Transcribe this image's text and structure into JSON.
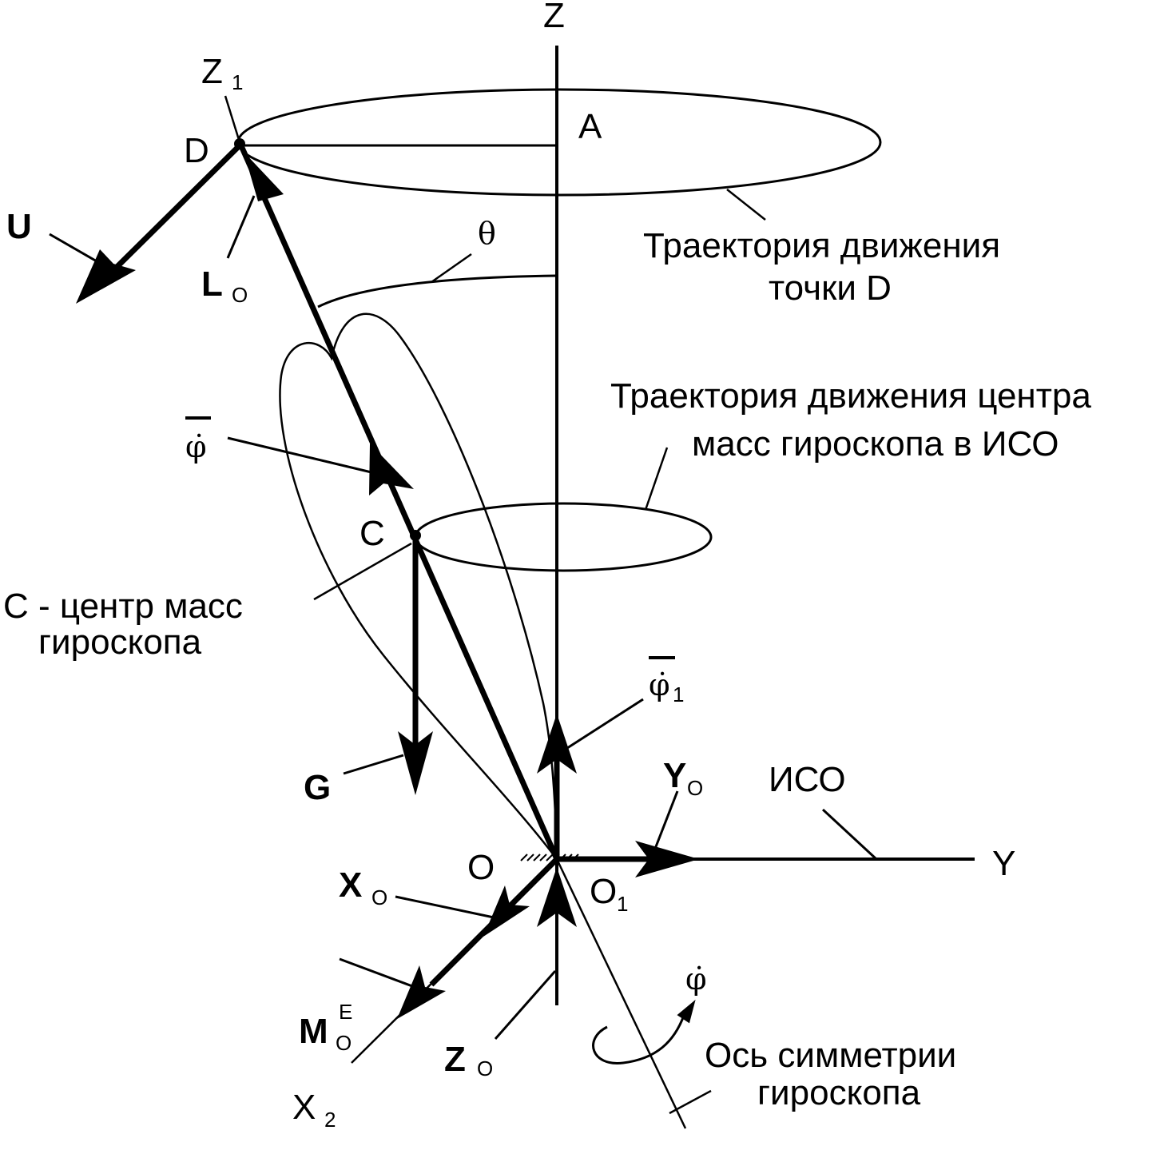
{
  "labels": {
    "z": "Z",
    "z1": "Z",
    "z1_sub": "1",
    "a": "A",
    "d": "D",
    "u": "U",
    "lo": "L",
    "lo_sub": "O",
    "theta": "θ",
    "phibar": "φ̇",
    "c": "C",
    "g": "G",
    "phi1bar": "φ̇",
    "phi1_sub": "1",
    "yo": "Y",
    "yo_sub": "O",
    "iso": "ИСО",
    "y": "Y",
    "o": "O",
    "o1": "O",
    "o1_sub": "1",
    "xo": "X",
    "xo_sub": "O",
    "mo": "M",
    "mo_sup": "E",
    "mo_sub": "O",
    "zo": "Z",
    "zo_sub": "O",
    "x2": "X",
    "x2_sub": "2",
    "phidot": "φ̇"
  },
  "captions": {
    "traj_d_line1": "Траектория движения",
    "traj_d_line2": "точки D",
    "traj_c_line1": "Траектория движения центра",
    "traj_c_line2": "масс гироскопа в ИСО",
    "center_line1": "C - центр масс",
    "center_line2": "гироскопа",
    "axis_line1": "Ось симметрии",
    "axis_line2": "гироскопа"
  }
}
